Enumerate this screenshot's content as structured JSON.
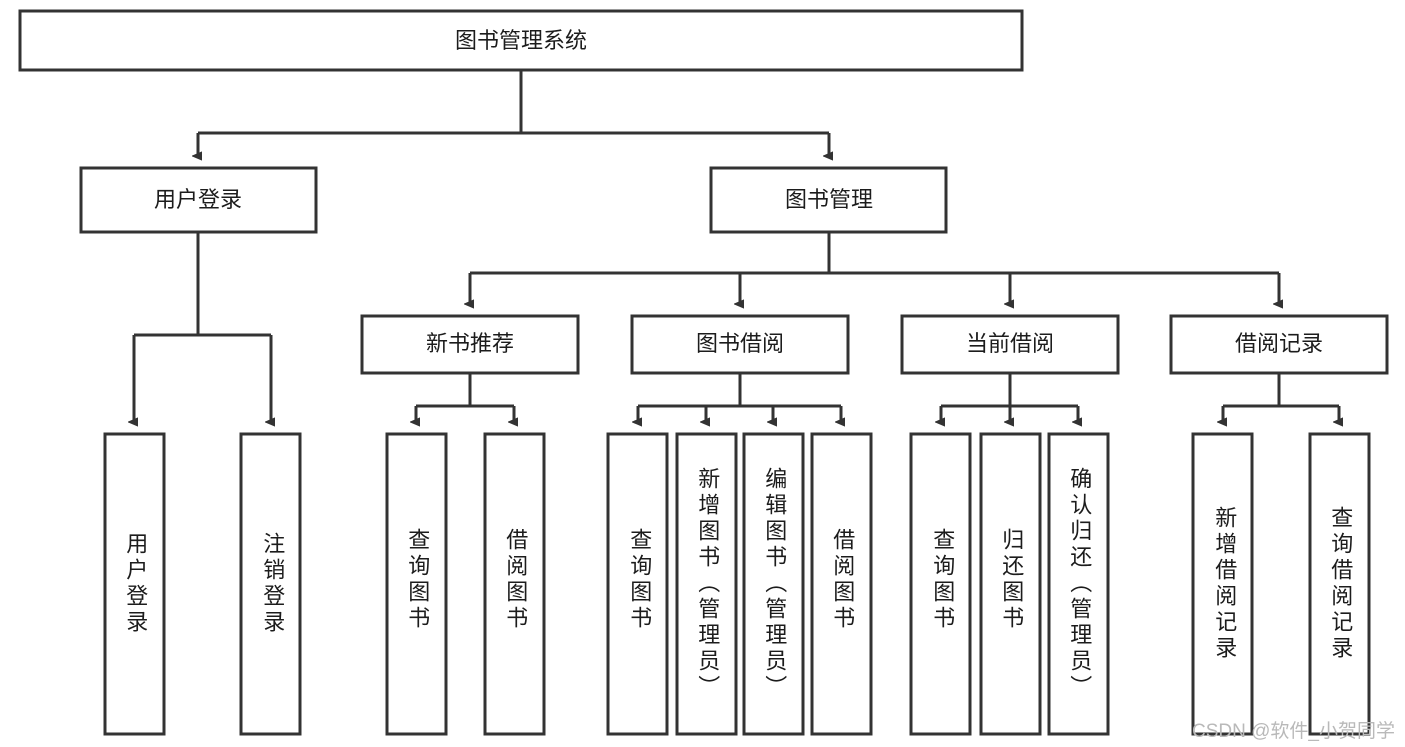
{
  "diagram": {
    "type": "tree-hierarchy",
    "title": "图书管理系统",
    "watermark": "CSDN @软件_小贺同学",
    "colors": {
      "stroke": "#333333",
      "fill": "#ffffff",
      "text": "#1c1c1c",
      "watermark": "#b9b9b9"
    },
    "levels": [
      {
        "level": 1,
        "nodes": [
          {
            "id": "root",
            "label": "图书管理系统",
            "orientation": "horizontal"
          }
        ]
      },
      {
        "level": 2,
        "nodes": [
          {
            "id": "login",
            "label": "用户登录",
            "orientation": "horizontal",
            "parent": "root"
          },
          {
            "id": "bookmgmt",
            "label": "图书管理",
            "orientation": "horizontal",
            "parent": "root"
          }
        ]
      },
      {
        "level": 3,
        "nodes": [
          {
            "id": "newbook",
            "label": "新书推荐",
            "orientation": "horizontal",
            "parent": "bookmgmt"
          },
          {
            "id": "borrow",
            "label": "图书借阅",
            "orientation": "horizontal",
            "parent": "bookmgmt"
          },
          {
            "id": "current",
            "label": "当前借阅",
            "orientation": "horizontal",
            "parent": "bookmgmt"
          },
          {
            "id": "record",
            "label": "借阅记录",
            "orientation": "horizontal",
            "parent": "bookmgmt"
          }
        ]
      },
      {
        "level": 4,
        "nodes": [
          {
            "id": "leaf-user-login",
            "label": "用户登录",
            "orientation": "vertical",
            "parent": "login"
          },
          {
            "id": "leaf-user-logout",
            "label": "注销登录",
            "orientation": "vertical",
            "parent": "login"
          },
          {
            "id": "leaf-newbook-query",
            "label": "查询图书",
            "orientation": "vertical",
            "parent": "newbook"
          },
          {
            "id": "leaf-newbook-borrow",
            "label": "借阅图书",
            "orientation": "vertical",
            "parent": "newbook"
          },
          {
            "id": "leaf-borrow-query",
            "label": "查询图书",
            "orientation": "vertical",
            "parent": "borrow"
          },
          {
            "id": "leaf-borrow-add",
            "label": "新增图书（管理员）",
            "orientation": "vertical",
            "parent": "borrow"
          },
          {
            "id": "leaf-borrow-edit",
            "label": "编辑图书（管理员）",
            "orientation": "vertical",
            "parent": "borrow"
          },
          {
            "id": "leaf-borrow-lend",
            "label": "借阅图书",
            "orientation": "vertical",
            "parent": "borrow"
          },
          {
            "id": "leaf-current-query",
            "label": "查询图书",
            "orientation": "vertical",
            "parent": "current"
          },
          {
            "id": "leaf-current-return",
            "label": "归还图书",
            "orientation": "vertical",
            "parent": "current"
          },
          {
            "id": "leaf-current-confirm",
            "label": "确认归还（管理员）",
            "orientation": "vertical",
            "parent": "current"
          },
          {
            "id": "leaf-record-add",
            "label": "新增借阅记录",
            "orientation": "vertical",
            "parent": "record"
          },
          {
            "id": "leaf-record-query",
            "label": "查询借阅记录",
            "orientation": "vertical",
            "parent": "record"
          }
        ]
      }
    ]
  }
}
